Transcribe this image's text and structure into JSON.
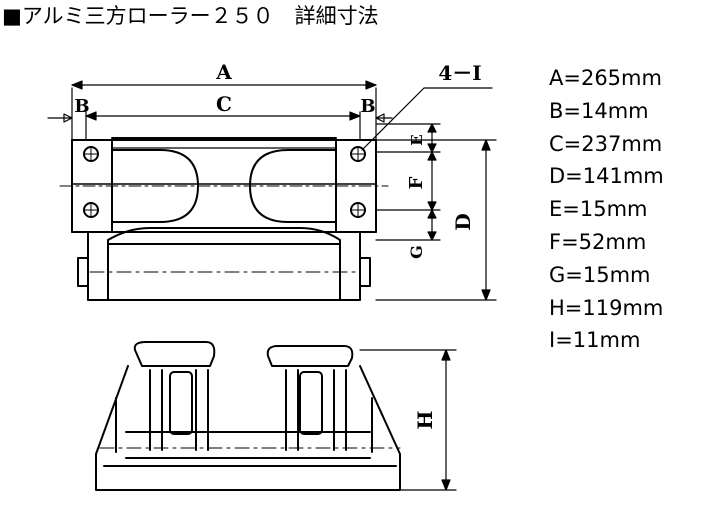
{
  "title": "■アルミ三方ローラー２５０　詳細寸法",
  "drawing_labels": {
    "A": "A",
    "B_left": "B",
    "B_right": "B",
    "C": "C",
    "D": "D",
    "E": "E",
    "F": "F",
    "G": "G",
    "H": "H",
    "hole": "4－I"
  },
  "dimensions": [
    "A=265mm",
    "B=14mm",
    "C=237mm",
    "D=141mm",
    "E=15mm",
    "F=52mm",
    "G=15mm",
    "H=119mm",
    "I=11mm"
  ]
}
